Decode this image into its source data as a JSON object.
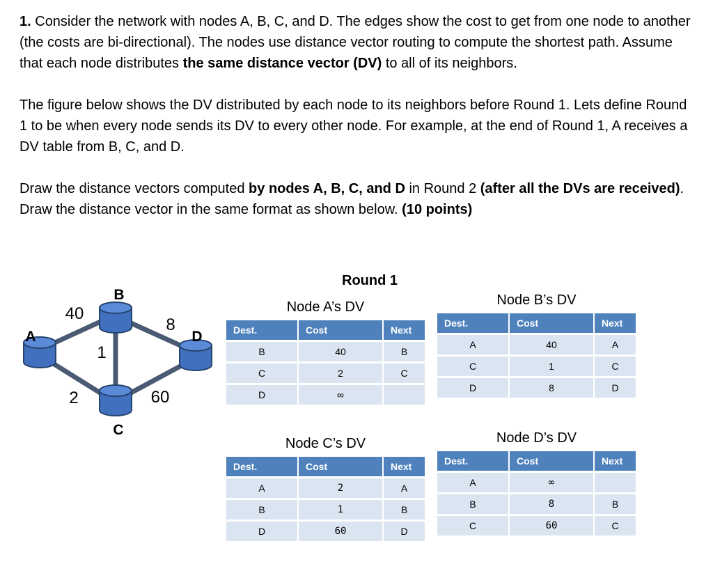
{
  "problem": {
    "paragraphs": [
      {
        "segments": [
          {
            "t": "1.",
            "b": true
          },
          {
            "t": " Consider the network with nodes A, B, C, and D. The edges show the cost to get from one node to another (the costs are bi-directional). The nodes use distance vector routing to compute the shortest path. Assume that each node distributes ",
            "b": false
          },
          {
            "t": "the same distance vector (DV)",
            "b": true
          },
          {
            "t": " to all of its neighbors.",
            "b": false
          }
        ]
      },
      {
        "segments": [
          {
            "t": "The figure below shows the DV distributed by each node to its neighbors before Round 1. Lets define Round 1 to be when every node sends its DV to every other node. For example, at the end of Round 1, A receives a DV table from B, C, and D.",
            "b": false
          }
        ]
      },
      {
        "segments": [
          {
            "t": "Draw the distance vectors computed ",
            "b": false
          },
          {
            "t": "by nodes A, B, C, and D",
            "b": true
          },
          {
            "t": " in Round 2 ",
            "b": false
          },
          {
            "t": "(after all the DVs are received)",
            "b": true
          },
          {
            "t": ". Draw the distance vector in the same format as shown below. ",
            "b": false
          },
          {
            "t": "(10 points)",
            "b": true
          }
        ]
      }
    ]
  },
  "figure": {
    "round_title": "Round 1",
    "network": {
      "nodes": [
        {
          "id": "A"
        },
        {
          "id": "B"
        },
        {
          "id": "C"
        },
        {
          "id": "D"
        }
      ],
      "edges": [
        {
          "from": "A",
          "to": "B",
          "cost": "40"
        },
        {
          "from": "B",
          "to": "D",
          "cost": "8"
        },
        {
          "from": "B",
          "to": "C",
          "cost": "1"
        },
        {
          "from": "A",
          "to": "C",
          "cost": "2"
        },
        {
          "from": "C",
          "to": "D",
          "cost": "60"
        }
      ]
    },
    "dv_tables": [
      {
        "title": "Node A’s DV",
        "headers": [
          "Dest.",
          "Cost",
          "Next"
        ],
        "rows": [
          [
            "B",
            "40",
            "B"
          ],
          [
            "C",
            "2",
            "C"
          ],
          [
            "D",
            "∞",
            ""
          ]
        ]
      },
      {
        "title": "Node B’s DV",
        "headers": [
          "Dest.",
          "Cost",
          "Next"
        ],
        "rows": [
          [
            "A",
            "40",
            "A"
          ],
          [
            "C",
            "1",
            "C"
          ],
          [
            "D",
            "8",
            "D"
          ]
        ]
      },
      {
        "title": "Node C’s DV",
        "headers": [
          "Dest.",
          "Cost",
          "Next"
        ],
        "rows": [
          [
            "A",
            "2",
            "A"
          ],
          [
            "B",
            "1",
            "B"
          ],
          [
            "D",
            "60",
            "D"
          ]
        ]
      },
      {
        "title": "Node D’s DV",
        "headers": [
          "Dest.",
          "Cost",
          "Next"
        ],
        "rows": [
          [
            "A",
            "∞",
            ""
          ],
          [
            "B",
            "8",
            "B"
          ],
          [
            "C",
            "60",
            "C"
          ]
        ]
      }
    ],
    "colors": {
      "table_header_bg": "#4f81bd",
      "table_row_bg": "#dbe5f1",
      "node_fill": "#4170bf",
      "node_top_fill": "#5b8ad8",
      "node_outline": "#24446e",
      "edge_color": "#4a5a72"
    }
  }
}
